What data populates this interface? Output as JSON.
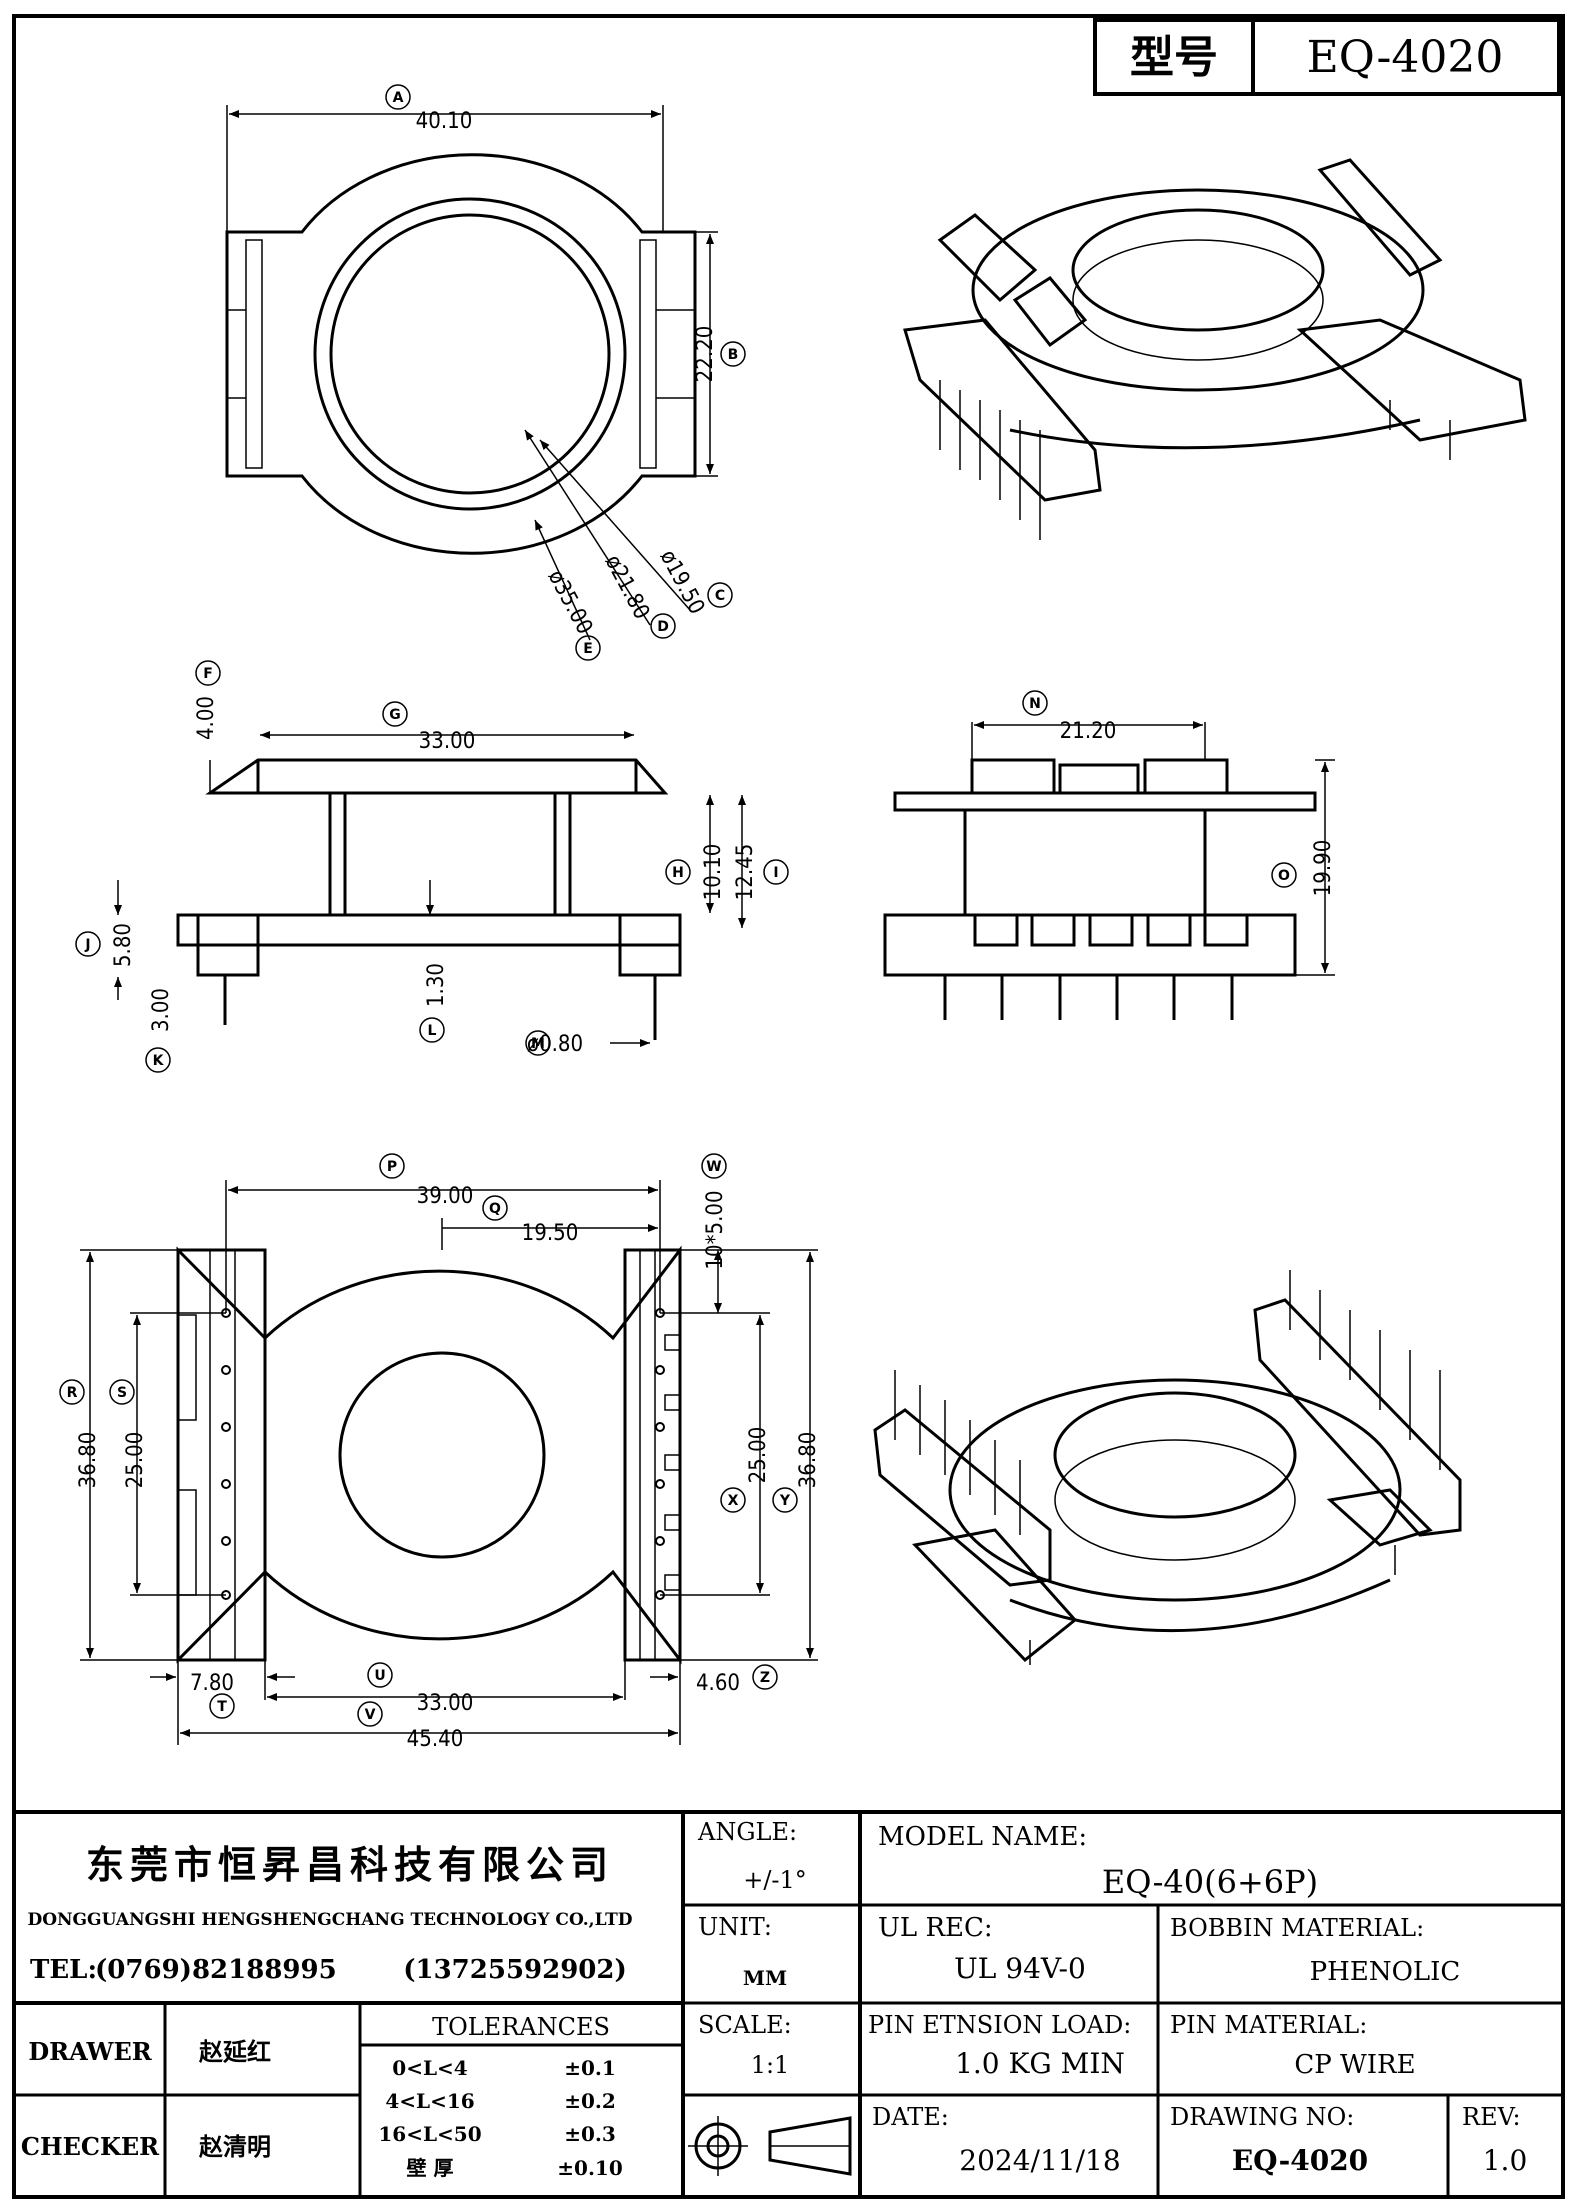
{
  "model_box": {
    "label": "型号",
    "value": "EQ-4020"
  },
  "dims": {
    "A": "40.10",
    "B": "22.20",
    "C": "ø19.50",
    "D": "ø21.80",
    "E": "ø35.00",
    "F": "4.00",
    "G": "33.00",
    "H": "10.10",
    "I": "12.45",
    "J": "5.80",
    "K": "3.00",
    "L": "1.30",
    "M": "ø0.80",
    "N": "21.20",
    "O": "19.90",
    "P": "39.00",
    "Q": "19.50",
    "R": "36.80",
    "S": "25.00",
    "T": "7.80",
    "U": "33.00",
    "V": "45.40",
    "W": "10*5.00",
    "X": "25.00",
    "Y": "36.80",
    "Z": "4.60"
  },
  "balloons": [
    "A",
    "B",
    "C",
    "D",
    "E",
    "F",
    "G",
    "H",
    "I",
    "J",
    "K",
    "L",
    "M",
    "N",
    "O",
    "P",
    "Q",
    "R",
    "S",
    "T",
    "U",
    "V",
    "W",
    "X",
    "Y",
    "Z"
  ],
  "title_block": {
    "company_cn": "东莞市恒昇昌科技有限公司",
    "company_en": "DONGGUANGSHI HENGSHENGCHANG TECHNOLOGY CO.,LTD",
    "tel_label": "TEL:",
    "tel": "(0769)82188995",
    "mobile": "(13725592902)",
    "drawer_label": "DRAWER",
    "drawer": "赵延红",
    "checker_label": "CHECKER",
    "checker": "赵清明",
    "tolerances_label": "TOLERANCES",
    "tolerances": [
      {
        "range": "0<L<4",
        "tol": "±0.1"
      },
      {
        "range": "4<L<16",
        "tol": "±0.2"
      },
      {
        "range": "16<L<50",
        "tol": "±0.3"
      },
      {
        "range": "壁  厚",
        "tol": "±0.10"
      }
    ],
    "angle_label": "ANGLE:",
    "angle": "+/-1°",
    "unit_label": "UNIT:",
    "unit": "MM",
    "scale_label": "SCALE:",
    "scale": "1:1",
    "model_name_label": "MODEL NAME:",
    "model_name": "EQ-40(6+6P)",
    "ul_label": "UL REC:",
    "ul": "UL 94V-0",
    "bobbin_label": "BOBBIN MATERIAL:",
    "bobbin": "PHENOLIC",
    "pin_load_label": "PIN ETNSION LOAD:",
    "pin_load": "1.0 KG MIN",
    "pin_material_label": "PIN MATERIAL:",
    "pin_material": "CP WIRE",
    "date_label": "DATE:",
    "date": "2024/11/18",
    "drawing_no_label": "DRAWING NO:",
    "drawing_no": "EQ-4020",
    "rev_label": "REV:",
    "rev": "1.0"
  }
}
